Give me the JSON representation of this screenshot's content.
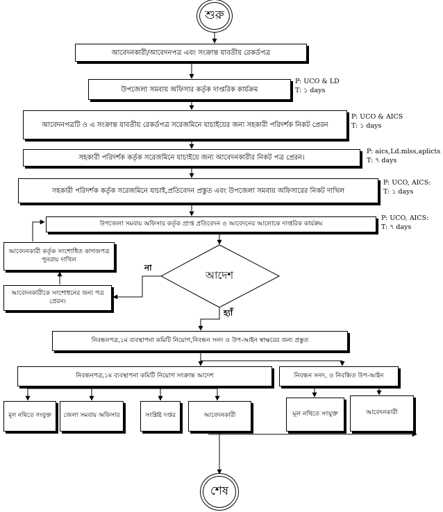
{
  "start": "শুরু",
  "end": "শেষ",
  "steps": [
    {
      "text": "আবেদনকারী/আবেদনপত্র এবং সংক্রান্ত যাবতীয় রেকর্ডপত্র"
    },
    {
      "text": "উপজেলা সমবায় অফিসার কর্তৃক দাপ্তরিক কার্যক্রম",
      "note_p": "P: UCO & LD",
      "note_t": "T: ১ days"
    },
    {
      "text": "আবেদনপত্রটি ও এ সংক্রান্ত যাবতীয় রেকর্ডপত্র সরেজমিনে যাচাইয়ের জন্য সহকারী পরিদর্শক নিকট প্রেরন",
      "note_p": "P: UCO & AICS",
      "note_t": "T: ১ days"
    },
    {
      "text": "সহকারী পরিদর্শক কর্তৃক সরেজমিনে যাচাইয়ে জন্য আবেদনকারীর নিকট পত্র প্রেরন।",
      "note_p": "P: aics,Ld.mlss,aplicts",
      "note_t": "T: ৭ days"
    },
    {
      "text": "সহকারী পরিদর্শক কর্তৃক সরেজমিনে যাচাই,প্রতিবেদন প্রস্তুত এবং উপজেলা সমবায় অফিসারের নিকট দাখিল",
      "note_p": "P: UCO, AICS:",
      "note_t": "T: ১ days"
    },
    {
      "text": "উপজেলা সমবায় অফিসার কর্তৃক প্রাপ্ত প্রতিবেদন ও আবেদনের আলোকে দাপ্তরিক কার্যক্রম",
      "note_p": "P: UCO, AICS:",
      "note_t": "T: ৭ days"
    }
  ],
  "decision": {
    "text": "আদেশ",
    "no": "না",
    "yes": "হ্যাঁ"
  },
  "loop": {
    "notify": "আবেদনকারীকে সংশোধনের জন্য পত্র প্রেরন।",
    "resubmit": "আবেদনকারী কর্তৃক সংশোধিত কাগজপত্র পুনরায় দাখিল"
  },
  "prepare": "নিবন্ধনপত্র,১ম ব্যবস্থাপনা কমিটি নিয়োগ,নিবন্ধন সনদ ও উপ-আইন স্বাক্ষরের জন্য প্রস্তুত",
  "left_branch": {
    "title": "নিবন্ধনপত্র,১ম ব্যবস্থাপনা কমিটি নিয়োগ সংক্রান্ত আদেশ",
    "targets": [
      "মূল নথিতে সংযুক্ত",
      "জেলা সমবায় অফিসার",
      "সংশ্লিষ্ট দপ্তর",
      "আবেদনকারী"
    ]
  },
  "right_branch": {
    "title": "নিবন্ধন সনদ,  ও নিবন্ধিত উপ-আইন",
    "targets": [
      "মূল নথিতে সংযুক্ত",
      "আবেদনকারী"
    ]
  }
}
